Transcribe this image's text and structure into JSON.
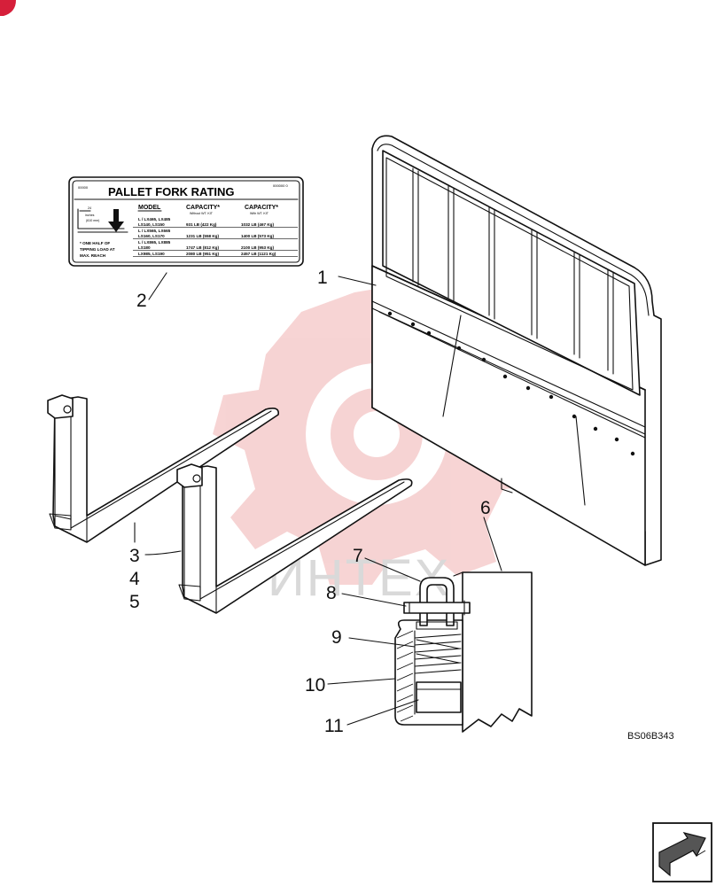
{
  "drawing": {
    "reference_code": "BS06B343",
    "watermark_text": "ИНТЕХ"
  },
  "callouts": [
    {
      "id": "1",
      "label": "1"
    },
    {
      "id": "2",
      "label": "2"
    },
    {
      "id": "3",
      "label": "3"
    },
    {
      "id": "4",
      "label": "4"
    },
    {
      "id": "5",
      "label": "5"
    },
    {
      "id": "6",
      "label": "6"
    },
    {
      "id": "7",
      "label": "7"
    },
    {
      "id": "8",
      "label": "8"
    },
    {
      "id": "9",
      "label": "9"
    },
    {
      "id": "10",
      "label": "10"
    },
    {
      "id": "11",
      "label": "11"
    }
  ],
  "decal": {
    "title": "PALLET FORK RATING",
    "code_left": "00000",
    "code_right": "000000 0",
    "col_model": "MODEL",
    "col_cap1": "CAPACITY*",
    "col_cap1_sub": "Without WT. KIT",
    "col_cap2": "CAPACITY*",
    "col_cap2_sub": "With WT. KIT",
    "load_center_in": "24",
    "load_center_unit": "inches",
    "load_center_mm": "(610 mm)",
    "footnote_lines": [
      "* ONE HALF OF",
      "TIPPING LOAD AT",
      "MAX. REACH"
    ],
    "rows": [
      {
        "model": [
          "L / LX465, LX485",
          "LS140, LS150"
        ],
        "cap1": "931 LB (422 Kg)",
        "cap2": "1032 LB (467 Kg)"
      },
      {
        "model": [
          "L / LX565, LX665",
          "LS160, LS170"
        ],
        "cap1": "1231 LB (558 Kg)",
        "cap2": "1400 LB (573 Kg)"
      },
      {
        "model": [
          "L / LX865, LX885",
          "LS180"
        ],
        "cap1": "1747 LB (812 Kg)",
        "cap2": "2100 LB (953 Kg)"
      },
      {
        "model": [
          "LX985, LS190"
        ],
        "cap1": "2080 LB (951 Kg)",
        "cap2": "2457 LB (1121 Kg)"
      }
    ]
  },
  "colors": {
    "line": "#111111",
    "watermark": "#f4c7c7",
    "corner_marker": "#d61f3a"
  },
  "icons": [
    "corner-marker-icon",
    "next-page-arrow-icon",
    "watermark-gear-icon"
  ]
}
